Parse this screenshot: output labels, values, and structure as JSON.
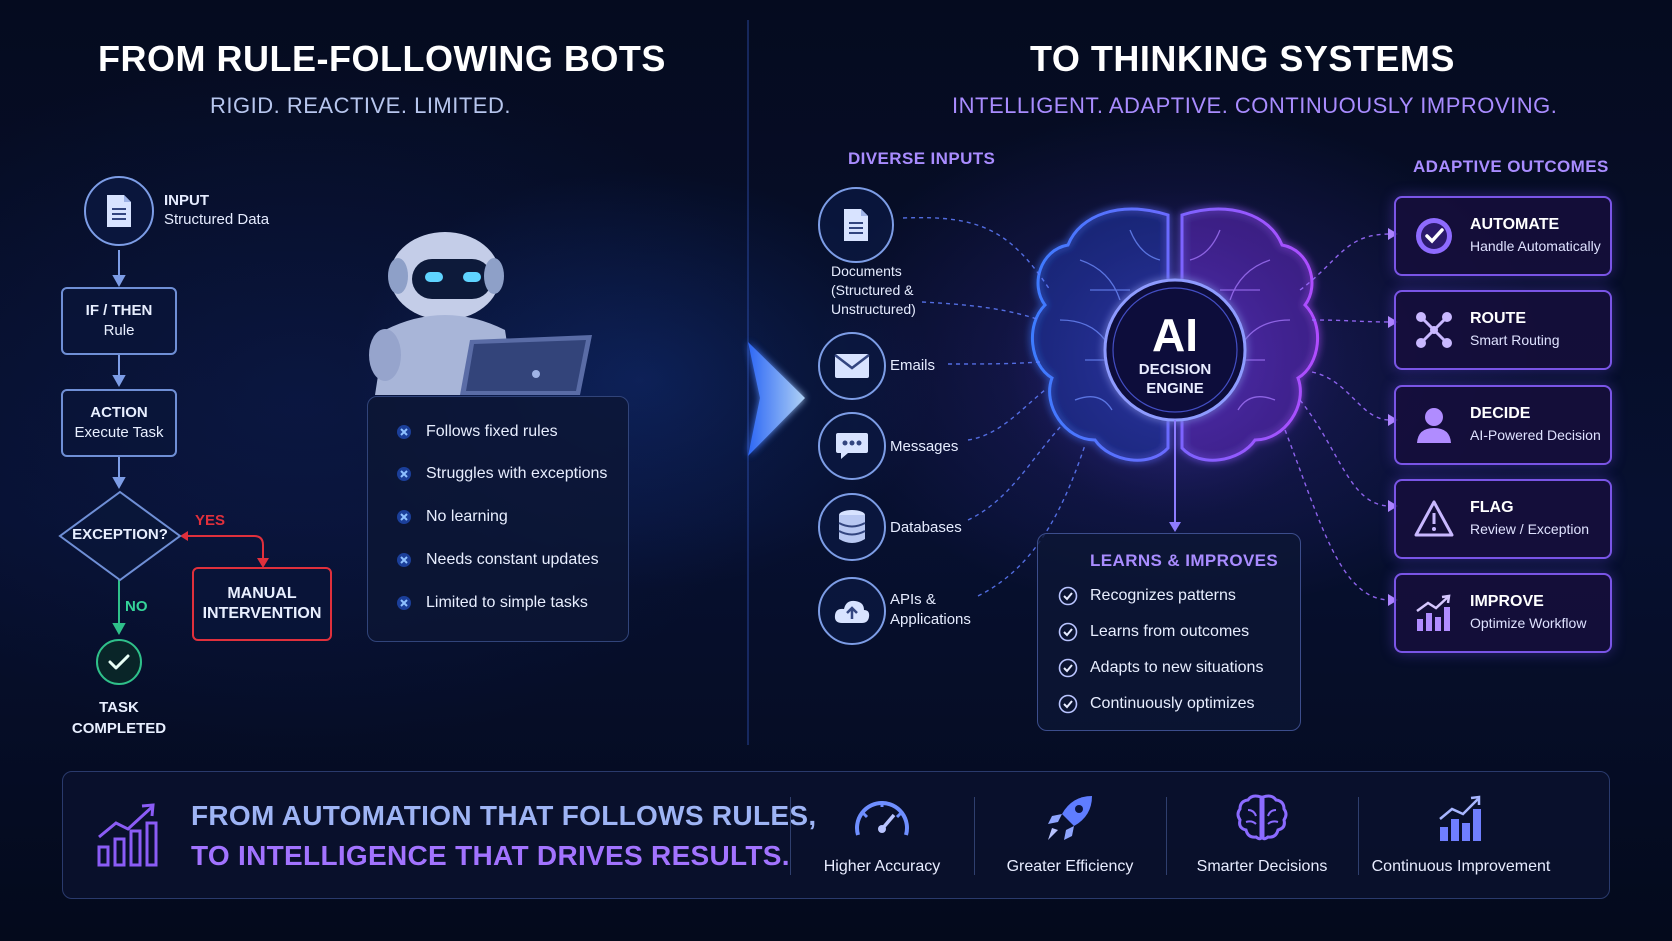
{
  "left": {
    "title": "FROM RULE-FOLLOWING BOTS",
    "subtitle": "RIGID. REACTIVE. LIMITED.",
    "flow": {
      "input_title": "INPUT",
      "input_sub": "Structured Data",
      "rule_title": "IF / THEN",
      "rule_sub": "Rule",
      "action_title": "ACTION",
      "action_sub": "Execute Task",
      "decision": "EXCEPTION?",
      "yes": "YES",
      "no": "NO",
      "manual_line1": "MANUAL",
      "manual_line2": "INTERVENTION",
      "done_line1": "TASK",
      "done_line2": "COMPLETED"
    },
    "limitations": [
      "Follows fixed rules",
      "Struggles with exceptions",
      "No learning",
      "Needs constant updates",
      "Limited to simple tasks"
    ]
  },
  "right": {
    "title": "TO THINKING SYSTEMS",
    "subtitle": "INTELLIGENT. ADAPTIVE. CONTINUOUSLY IMPROVING.",
    "inputs_heading": "DIVERSE INPUTS",
    "inputs": [
      {
        "label_lines": [
          "Documents",
          "(Structured &",
          "Unstructured)"
        ],
        "icon": "document-icon"
      },
      {
        "label_lines": [
          "Emails"
        ],
        "icon": "envelope-icon"
      },
      {
        "label_lines": [
          "Messages"
        ],
        "icon": "chat-bubble-icon"
      },
      {
        "label_lines": [
          "Databases"
        ],
        "icon": "database-icon"
      },
      {
        "label_lines": [
          "APIs &",
          "Applications"
        ],
        "icon": "cloud-upload-icon"
      }
    ],
    "engine": {
      "big": "AI",
      "line1": "DECISION",
      "line2": "ENGINE"
    },
    "learns": {
      "heading": "LEARNS & IMPROVES",
      "items": [
        "Recognizes patterns",
        "Learns from outcomes",
        "Adapts to new situations",
        "Continuously optimizes"
      ]
    },
    "outcomes_heading": "ADAPTIVE OUTCOMES",
    "outcomes": [
      {
        "title": "AUTOMATE",
        "subtitle": "Handle Automatically",
        "icon": "check-badge-icon"
      },
      {
        "title": "ROUTE",
        "subtitle": "Smart Routing",
        "icon": "routing-icon"
      },
      {
        "title": "DECIDE",
        "subtitle": "AI-Powered Decision",
        "icon": "person-icon"
      },
      {
        "title": "FLAG",
        "subtitle": "Review / Exception",
        "icon": "warning-triangle-icon"
      },
      {
        "title": "IMPROVE",
        "subtitle": "Optimize Workflow",
        "icon": "growth-chart-icon"
      }
    ]
  },
  "footer": {
    "line1": "FROM AUTOMATION THAT FOLLOWS RULES,",
    "line2": "TO INTELLIGENCE THAT DRIVES RESULTS.",
    "benefits": [
      {
        "label": "Higher Accuracy",
        "icon": "speedometer-icon"
      },
      {
        "label": "Greater Efficiency",
        "icon": "rocket-icon"
      },
      {
        "label": "Smarter Decisions",
        "icon": "brain-icon"
      },
      {
        "label": "Continuous Improvement",
        "icon": "bar-chart-icon"
      }
    ]
  },
  "colors": {
    "background": "#040a1c",
    "left_accent": "#4f8cff",
    "right_accent": "#8b5cf6",
    "negative": "#e0303c",
    "positive": "#35d49a"
  }
}
